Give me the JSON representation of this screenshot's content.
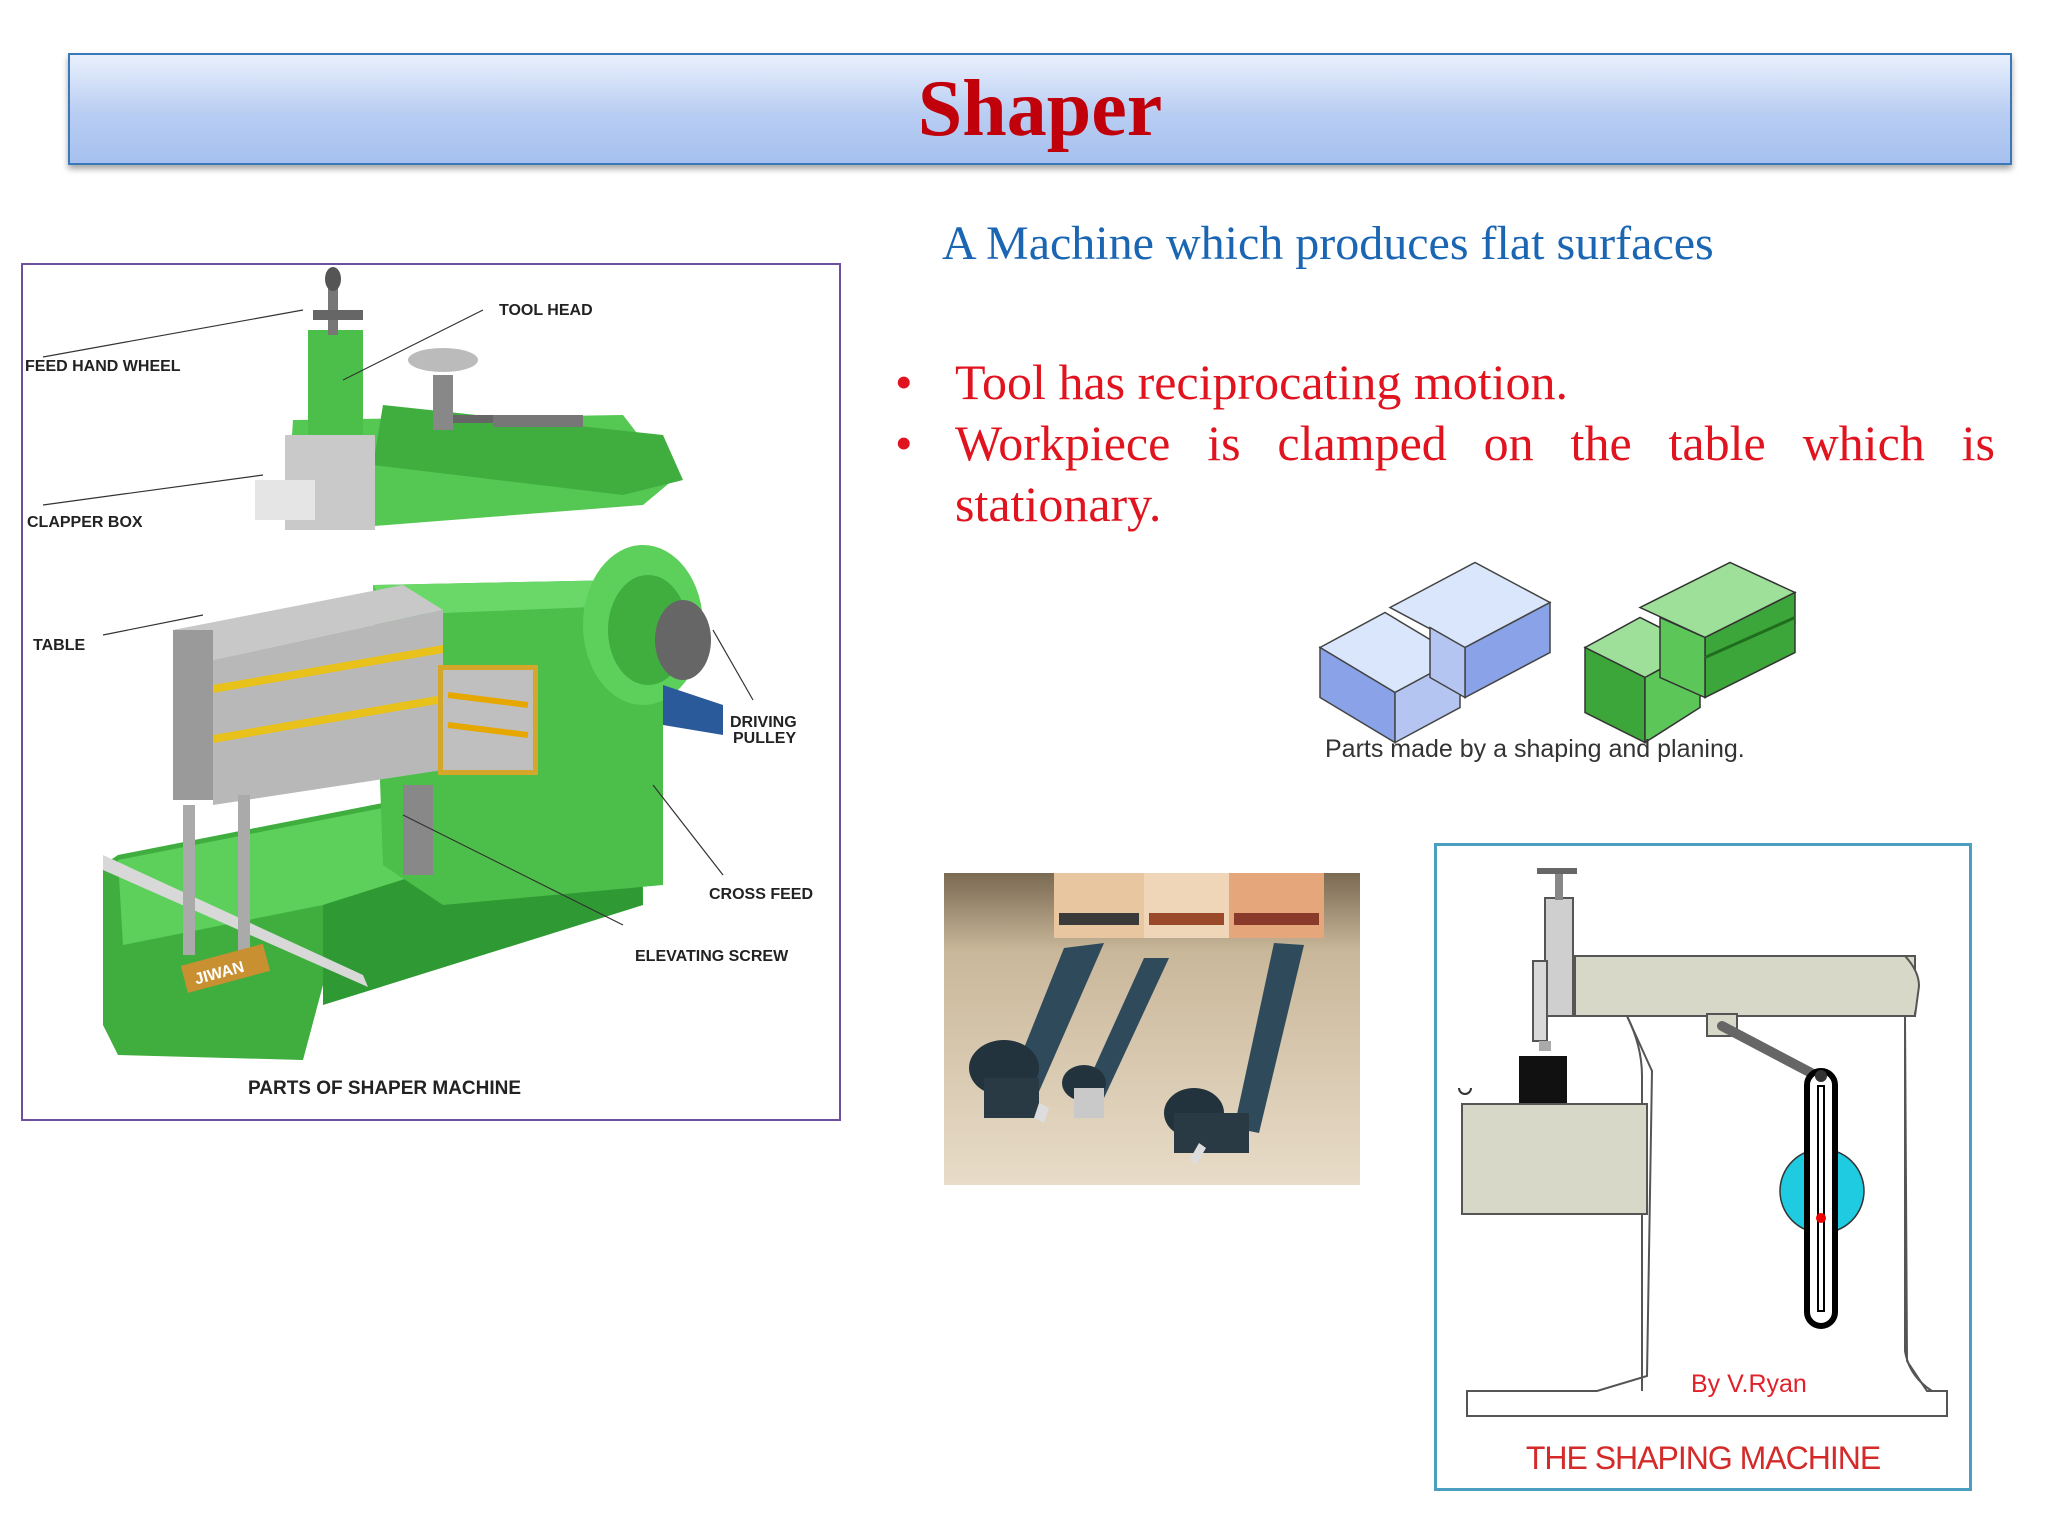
{
  "title": "Shaper",
  "subtitle": "A Machine which produces flat surfaces",
  "bullets": [
    "Tool has reciprocating motion.",
    "Workpiece is clamped on the table which is stationary."
  ],
  "bullet_symbol": "•",
  "shaper_figure": {
    "labels": {
      "tool_head": "TOOL HEAD",
      "feed_hand_wheel": "FEED HAND WHEEL",
      "clapper_box": "CLAPPER BOX",
      "table": "TABLE",
      "driving_pulley_1": "DRIVING",
      "driving_pulley_2": "PULLEY",
      "cross_feed": "CROSS FEED",
      "elevating_screw": "ELEVATING SCREW",
      "brand": "JIWAN"
    },
    "caption": "PARTS OF SHAPER MACHINE"
  },
  "parts_caption": "Parts made by a shaping and planing.",
  "diagram": {
    "credit": "By V.Ryan",
    "title": "THE SHAPING MACHINE"
  },
  "colors": {
    "title": "#c0000a",
    "subtitle": "#1a66b3",
    "bullets": "#e0131e",
    "machine_green": "#4cbf4a"
  }
}
